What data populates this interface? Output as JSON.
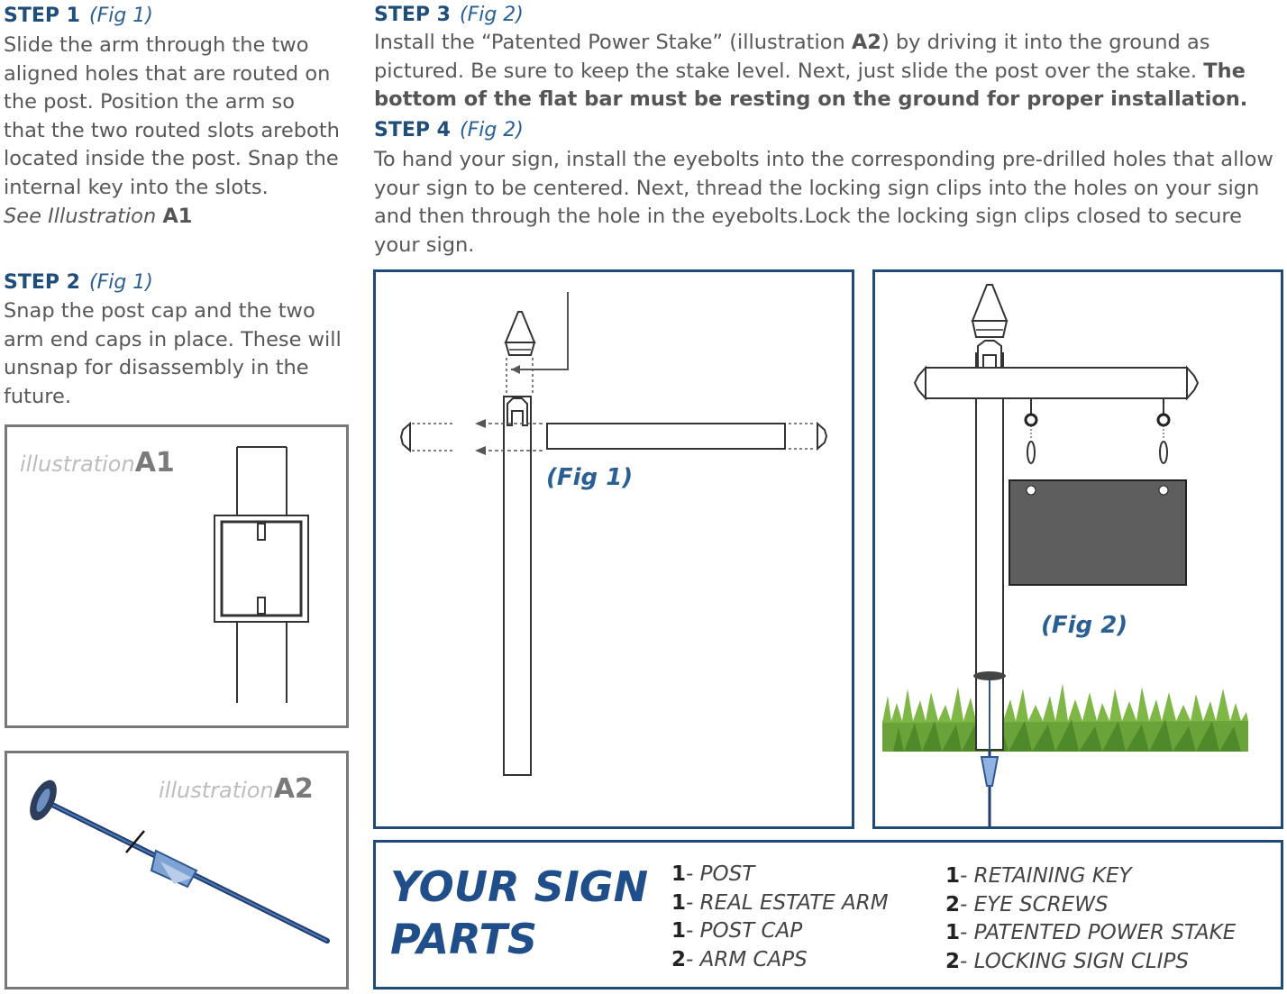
{
  "steps": {
    "s1": {
      "label": "STEP 1",
      "fig": "(Fig 1)",
      "text": "Slide the arm through the two aligned holes that are routed on the post. Position the arm so that the two routed slots areboth located inside the post. Snap the internal key into the slots.",
      "see_prefix": "See Illustration ",
      "see_ref": "A1"
    },
    "s2": {
      "label": "STEP 2",
      "fig": "(Fig 1)",
      "text": "Snap the post cap and the two arm end caps in place. These will unsnap for disassembly in the future."
    },
    "s3": {
      "label": "STEP 3",
      "fig": "(Fig 2)",
      "text_a": "Install the “Patented Power Stake” (illustration ",
      "ref": "A2",
      "text_b": ") by driving it into the ground as pictured. Be sure to keep the stake level. Next, just slide the post over the stake.",
      "bold": "The bottom of the flat bar must be resting on the ground for proper installation."
    },
    "s4": {
      "label": "STEP 4",
      "fig": "(Fig 2)",
      "text": "To hand your sign, install the eyebolts into the corresponding pre-drilled holes that allow your sign to be centered. Next, thread the locking sign clips into the holes on your sign and then through the hole in the eyebolts.Lock the locking sign clips closed to secure your sign."
    }
  },
  "illustrations": {
    "a1": {
      "word": "illustration",
      "ref": "A1"
    },
    "a2": {
      "word": "illustration",
      "ref": "A2"
    }
  },
  "figures": {
    "fig1": "(Fig 1)",
    "fig2": "(Fig 2)"
  },
  "parts": {
    "title_line1": "YOUR SIGN",
    "title_line2": "PARTS",
    "col1": [
      {
        "qty": "1",
        "name": "- POST"
      },
      {
        "qty": "1",
        "name": "- REAL ESTATE ARM"
      },
      {
        "qty": "1",
        "name": "- POST CAP"
      },
      {
        "qty": "2",
        "name": "- ARM CAPS"
      }
    ],
    "col2": [
      {
        "qty": "1",
        "name": "- RETAINING KEY"
      },
      {
        "qty": "2",
        "name": "- EYE SCREWS"
      },
      {
        "qty": "1",
        "name": "- PATENTED POWER STAKE"
      },
      {
        "qty": "2",
        "name": "- LOCKING SIGN CLIPS"
      }
    ]
  },
  "colors": {
    "heading_blue": "#1f4e7a",
    "fig_blue": "#2a5f93",
    "border_blue": "#1f4b78",
    "sign_gray": "#5e5e5e",
    "grass_green": "#6aa33a"
  }
}
